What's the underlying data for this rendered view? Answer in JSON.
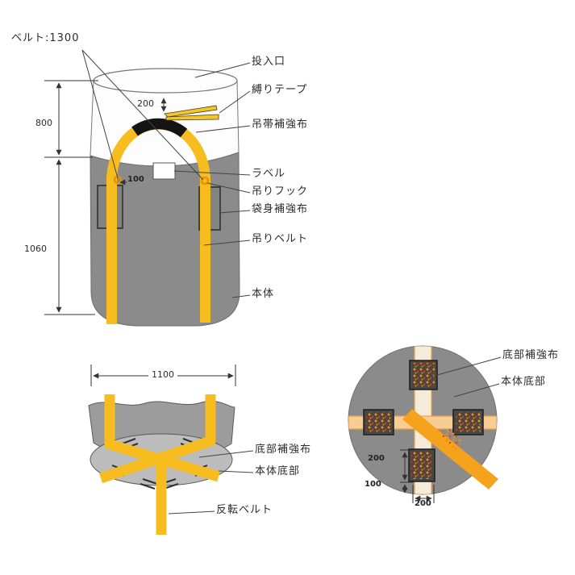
{
  "front_view": {
    "belt_note": "ベルト:1300",
    "dim_800": "800",
    "dim_1060": "1060",
    "dim_200": "200",
    "dim_100": "100",
    "labels": {
      "inlet": "投入口",
      "tie_tape": "縛りテープ",
      "sling_reinforcement_cloth": "吊帯補強布",
      "label_tag": "ラベル",
      "lifting_hook": "吊りフック",
      "bag_body_reinforcement_cloth": "袋身補強布",
      "lifting_belt": "吊りベルト",
      "body": "本体"
    }
  },
  "bottom_side_view": {
    "dim_1100": "1100",
    "labels": {
      "bottom_reinforcement_cloth": "底部補強布",
      "body_bottom": "本体底部",
      "inversion_belt": "反転ベルト"
    }
  },
  "bottom_plan_view": {
    "dim_patch_length": "200",
    "dim_edge_offset": "100",
    "dim_patch_width": "200",
    "labels": {
      "bottom_reinforcement_cloth": "底部補強布",
      "body_bottom": "本体底部"
    }
  },
  "colors": {
    "belt_yellow": "#F7BC1D",
    "body_gray": "#8B8B8B",
    "accent_orange": "#F5A21D",
    "patch_dark": "#474747",
    "cream_belt": "#F5EBDA",
    "peach_belt": "#F8CC95",
    "line": "#333333"
  }
}
